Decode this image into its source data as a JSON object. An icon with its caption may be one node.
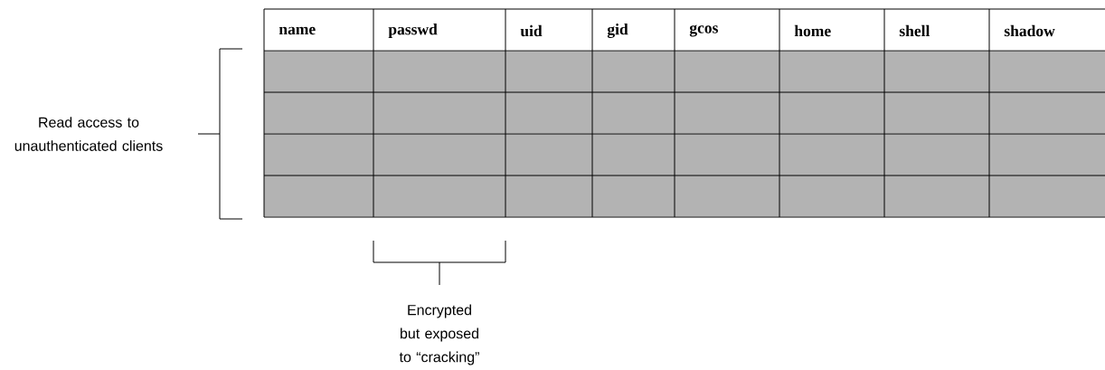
{
  "diagram": {
    "labels": [
      "name",
      "passwd",
      "uid",
      "gid",
      "gcos",
      "home",
      "shell",
      "shadow",
      "Read access to unauthenticated clients",
      "Encrypted but exposed to “cracking”"
    ]
  }
}
